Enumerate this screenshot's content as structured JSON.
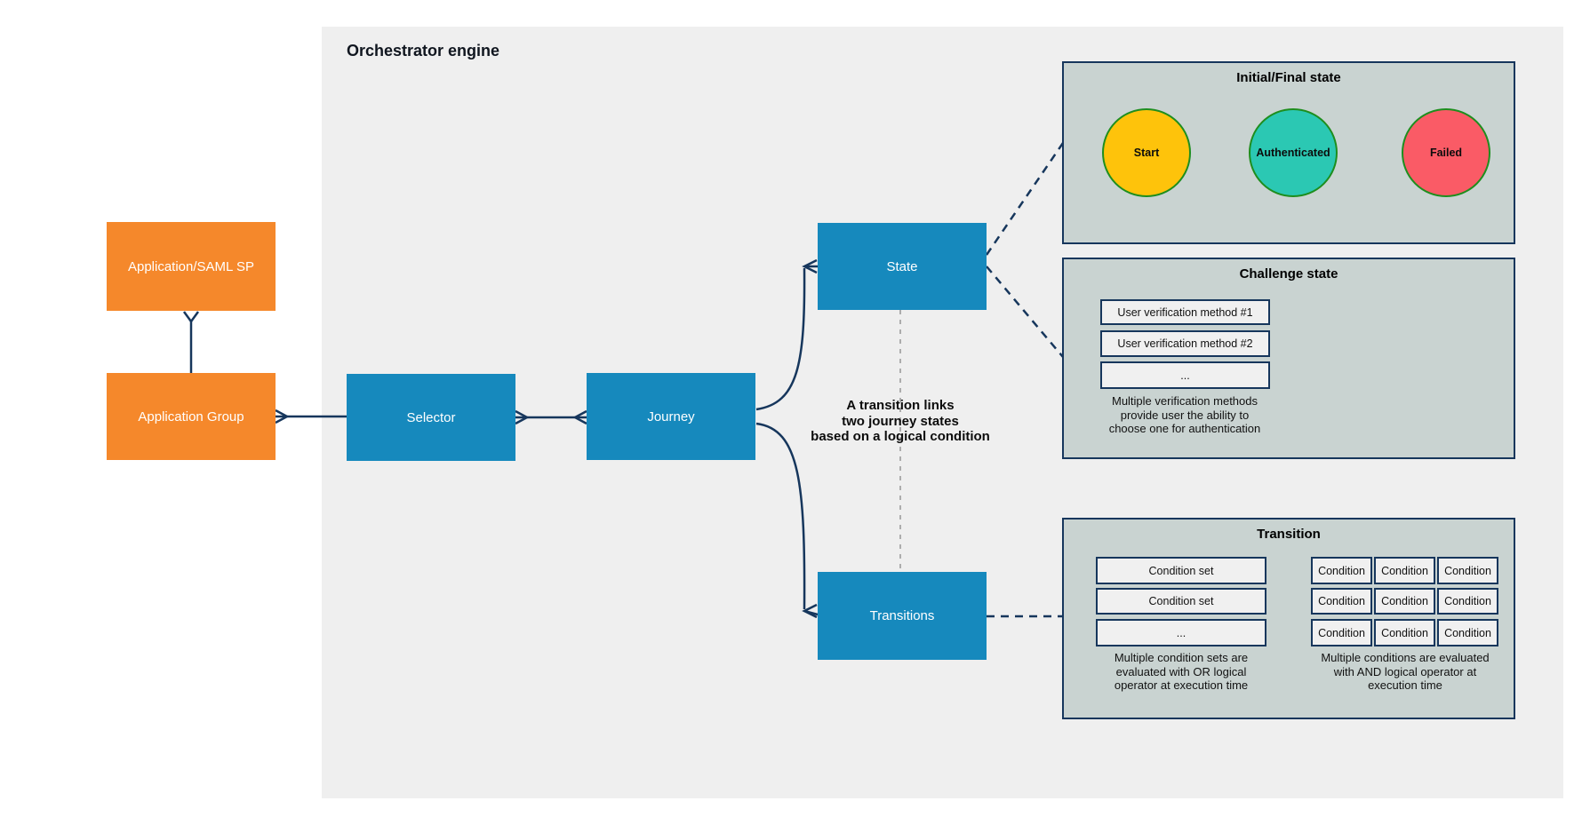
{
  "engine": {
    "title": "Orchestrator engine"
  },
  "nodes": {
    "app_saml": {
      "label": "Application/SAML SP"
    },
    "app_group": {
      "label": "Application Group"
    },
    "selector": {
      "label": "Selector"
    },
    "journey": {
      "label": "Journey"
    },
    "state": {
      "label": "State"
    },
    "transitions": {
      "label": "Transitions"
    }
  },
  "annotation": {
    "lines": [
      "A transition links",
      "two journey states",
      "based on a logical condition"
    ]
  },
  "panels": {
    "initial_final": {
      "title": "Initial/Final state",
      "circles": [
        {
          "label": "Start",
          "color": "#FEC30B"
        },
        {
          "label": "Authenticated",
          "color": "#2BC8B3"
        },
        {
          "label": "Failed",
          "color": "#FA5B66"
        }
      ]
    },
    "challenge": {
      "title": "Challenge state",
      "methods": [
        "User verification method #1",
        "User verification method #2",
        "..."
      ],
      "caption_lines": [
        "Multiple verification methods",
        "provide user the ability to",
        "choose one for authentication"
      ]
    },
    "transition": {
      "title": "Transition",
      "condition_sets": [
        "Condition set",
        "Condition set",
        "..."
      ],
      "or_caption_lines": [
        "Multiple condition sets are",
        "evaluated with OR logical",
        "operator at execution time"
      ],
      "grid": [
        [
          "Condition",
          "Condition",
          "Condition"
        ],
        [
          "Condition",
          "Condition",
          "Condition"
        ],
        [
          "Condition",
          "Condition",
          "Condition"
        ]
      ],
      "and_caption_lines": [
        "Multiple conditions are evaluated",
        "with AND logical operator at",
        "execution time"
      ]
    }
  },
  "colors": {
    "engine_background": "#EFEFEF",
    "node_orange": "#F5882B",
    "node_blue": "#1689BD",
    "wire_navy": "#16365C",
    "panel_fill": "#C9D3D1",
    "item_fill": "#F0F0F0",
    "circle_border_green": "#1E8E1E",
    "gray_dashed": "#ADADAD"
  }
}
